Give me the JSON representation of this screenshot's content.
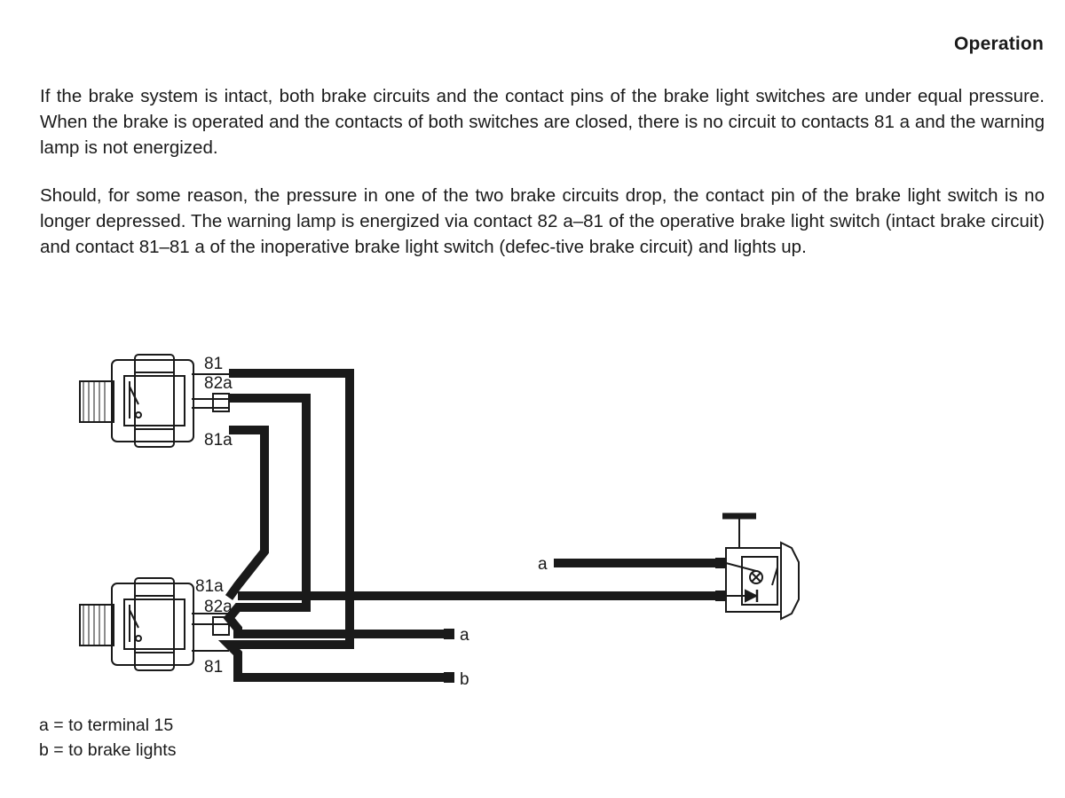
{
  "heading": "Operation",
  "paragraphs": [
    "If the brake system is intact, both brake circuits and the contact pins of the brake light switches are under equal pressure. When the brake is operated and the contacts of both switches are closed, there is no circuit to contacts 81 a and the warning lamp is not energized.",
    "Should, for some reason, the pressure in one of the two brake circuits drop, the contact pin of the brake light switch is no longer depressed. The warning lamp is energized via contact 82 a–81 of the operative brake light switch (intact brake circuit) and contact 81–81 a of the inoperative brake light switch (defec-tive brake circuit) and lights up."
  ],
  "diagram": {
    "upper_switch": {
      "t81": "81",
      "t82a": "82a",
      "t81a": "81a"
    },
    "lower_switch": {
      "t81a": "81a",
      "t82a": "82a",
      "t81": "81"
    },
    "lamp_feed_label": "a",
    "out_a_label": "a",
    "out_b_label": "b"
  },
  "legend": {
    "a": "a = to terminal 15",
    "b": "b = to brake lights"
  }
}
